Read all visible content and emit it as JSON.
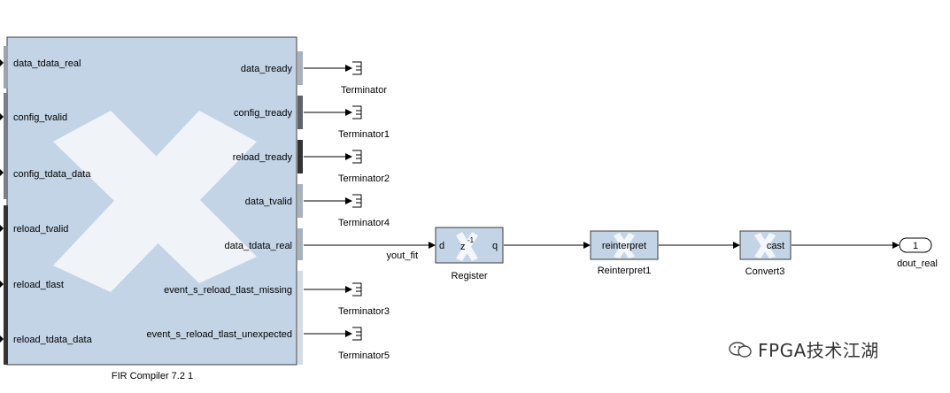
{
  "fir": {
    "name": "FIR Compiler 7.2 1",
    "inputs": [
      "data_tdata_real",
      "config_tvalid",
      "config_tdata_data",
      "reload_tvalid",
      "reload_tlast",
      "reload_tdata_data"
    ],
    "outputs": [
      "data_tready",
      "config_tready",
      "reload_tready",
      "data_tvalid",
      "data_tdata_real",
      "event_s_reload_tlast_missing",
      "event_s_reload_tlast_unexpected"
    ]
  },
  "terminators": [
    "Terminator",
    "Terminator1",
    "Terminator2",
    "Terminator4",
    "Terminator3",
    "Terminator5"
  ],
  "signal_label": "yout_fit",
  "register": {
    "name": "Register",
    "in_port": "d",
    "out_port": "q",
    "symbol": "z",
    "superscript": "-1"
  },
  "reinterpret": {
    "name": "Reinterpret1",
    "text": "reinterpret"
  },
  "convert": {
    "name": "Convert3",
    "text": "cast"
  },
  "outport": {
    "name": "dout_real",
    "number": "1"
  },
  "watermark": {
    "text": "FPGA技术江湖"
  },
  "colors": {
    "block_fill": "#c3d4e6",
    "block_border": "#3c3c3c",
    "logo": "#ffffff",
    "wire": "#000000"
  }
}
